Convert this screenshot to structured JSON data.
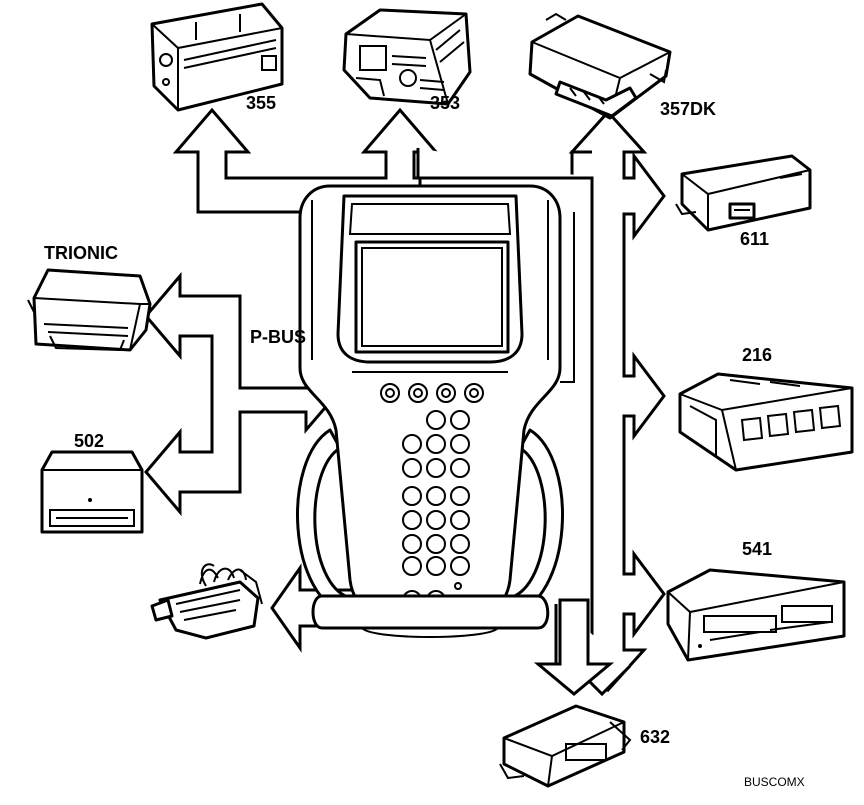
{
  "labels": {
    "trionic": "TRIONIC",
    "m502": "502",
    "m355": "355",
    "m353": "353",
    "m357dk": "357DK",
    "m611": "611",
    "m216": "216",
    "m541": "541",
    "m632": "632",
    "pbus": "P-BUS",
    "figure_code": "BUSCOMX"
  }
}
